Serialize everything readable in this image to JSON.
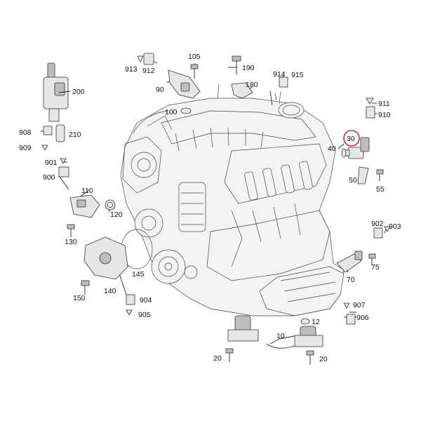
{
  "diagram": {
    "highlight_color": "#d9262c",
    "highlighted_label": "30",
    "callouts": {
      "c913": "913",
      "c912": "912",
      "c105": "105",
      "c190": "190",
      "c914": "914",
      "c915": "915",
      "c200": "200",
      "c90": "90",
      "c180": "180",
      "c911": "911",
      "c910": "910",
      "c100": "100",
      "c908": "908",
      "c210": "210",
      "c909": "909",
      "c30": "30",
      "c40": "40",
      "c901": "901",
      "c900": "900",
      "c50": "50",
      "c55": "55",
      "c110": "110",
      "c120": "120",
      "c902": "902",
      "c903": "903",
      "c130": "130",
      "c145": "145",
      "c75": "75",
      "c70": "70",
      "c140": "140",
      "c150": "150",
      "c904": "904",
      "c905": "905",
      "c907": "907",
      "c906": "906",
      "c12": "12",
      "c10": "10",
      "c20a": "20",
      "c20b": "20"
    }
  }
}
